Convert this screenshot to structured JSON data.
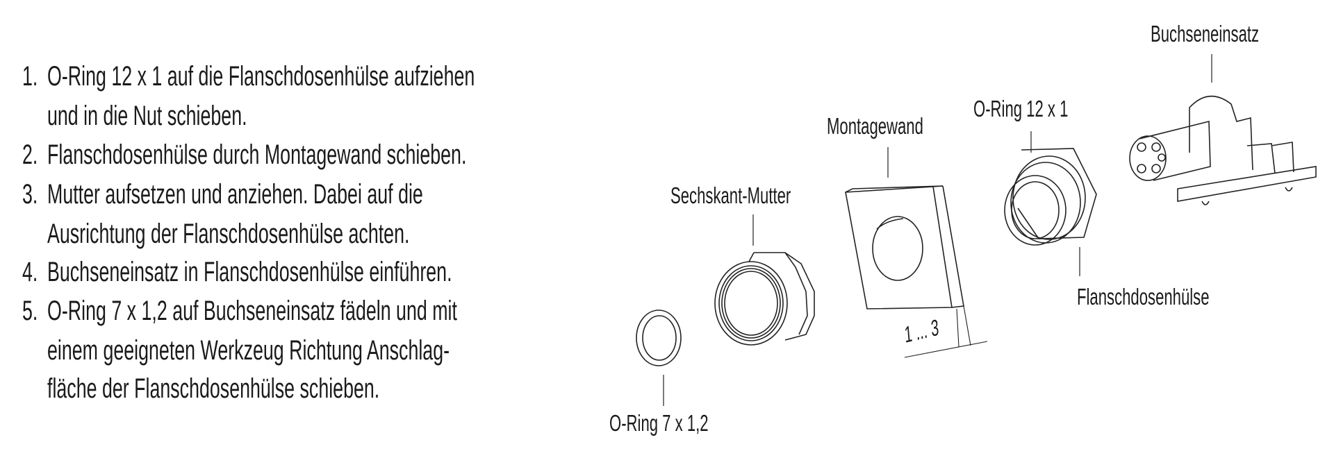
{
  "instructions": [
    {
      "number": "1.",
      "lines": [
        "O-Ring 12 x 1 auf die Flanschdosenhülse aufziehen",
        "und in die Nut schieben."
      ]
    },
    {
      "number": "2.",
      "lines": [
        "Flanschdosenhülse durch Montagewand schieben."
      ]
    },
    {
      "number": "3.",
      "lines": [
        "Mutter aufsetzen und anziehen. Dabei auf die",
        "Ausrichtung der Flanschdosenhülse achten."
      ]
    },
    {
      "number": "4.",
      "lines": [
        "Buchseneinsatz in Flanschdosenhülse einführen."
      ]
    },
    {
      "number": "5.",
      "lines": [
        "O-Ring 7 x 1,2 auf Buchseneinsatz fädeln und mit",
        "einem geeigneten Werkzeug Richtung Anschlag-",
        "fläche der Flanschdosenhülse schieben."
      ]
    }
  ],
  "diagram": {
    "labels": {
      "insert": "Buchseneinsatz",
      "oring_large": "O-Ring 12 x 1",
      "wall": "Montagewand",
      "nut": "Sechskant-Mutter",
      "flange": "Flanschdosenhülse",
      "oring_small": "O-Ring 7 x 1,2",
      "thickness": "1 ... 3"
    }
  }
}
